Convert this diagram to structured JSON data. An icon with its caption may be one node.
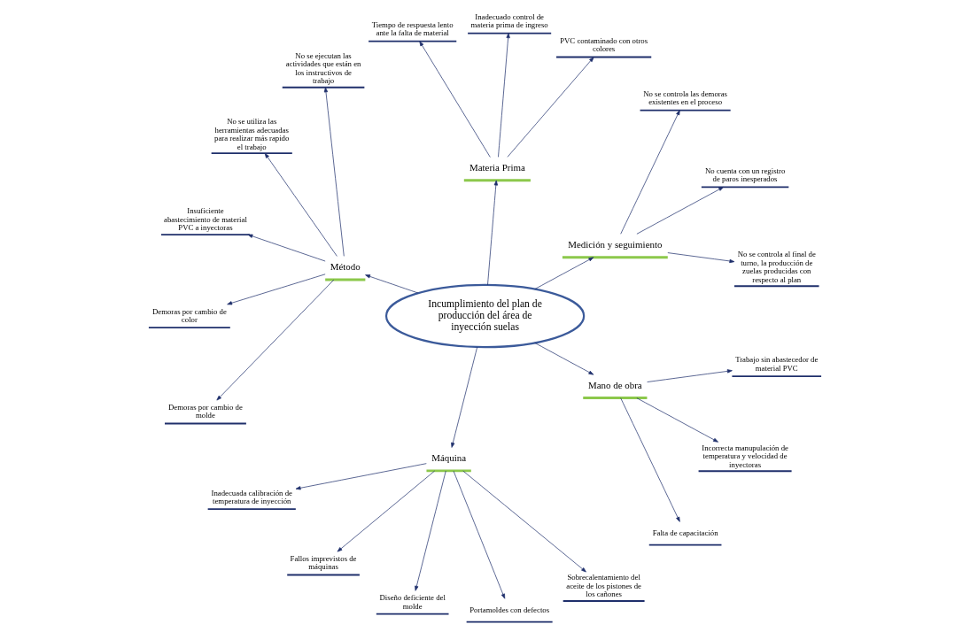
{
  "diagram": {
    "nodes": [
      {
        "text": [
          "Incumplimiento del plan de producción del área de inyección suelas"
        ]
      },
      {
        "text": [
          "Medición y seguimiento"
        ]
      },
      {
        "text": [
          "No se controla al final de turno, la producción de zuelas producidas con respecto al plan"
        ]
      },
      {
        "text": [
          "No cuenta con un registro de paros inesperados"
        ]
      },
      {
        "text": [
          "No se controla las demoras existentes en el proceso"
        ]
      },
      {
        "text": [
          "Materia Prima"
        ]
      },
      {
        "text": [
          "PVC contaminado con otros colores"
        ]
      },
      {
        "text": [
          "Inadecuado control de materia prima de ingreso"
        ]
      },
      {
        "text": [
          "Tiempo de respuesta lento ante la falta de material"
        ]
      },
      {
        "text": [
          "Método"
        ]
      },
      {
        "text": [
          "No se ejecutan las actividades que están en los instructivos de trabajo"
        ]
      },
      {
        "text": [
          "No se utiliza las herramientas adecuadas para realizar más rapido el trabajo"
        ]
      },
      {
        "text": [
          "Insuficiente abastecimiento de material PVC a inyectoras"
        ]
      },
      {
        "text": [
          "Demoras por cambio de color"
        ]
      },
      {
        "text": [
          "Demoras por cambio de molde"
        ]
      },
      {
        "text": [
          "Máquina"
        ]
      },
      {
        "text": [
          "Inadecuada calibración de temperatura de inyección"
        ]
      },
      {
        "text": [
          "Fallos imprevistos de máquinas"
        ]
      },
      {
        "text": [
          "Diseño deficiente del molde"
        ]
      },
      {
        "text": [
          "Portamoldes con defectos"
        ]
      },
      {
        "text": [
          "Sobrecalentamiento del aceite de los pistones de los cañones"
        ]
      },
      {
        "text": [
          "Mano de obra"
        ]
      },
      {
        "text": [
          "Falta de capacitación"
        ]
      },
      {
        "text": [
          "Incorrecta manupulación de temperatura y velocidad de inyectoras"
        ]
      },
      {
        "text": [
          "Trabajo sin abastecedor de material PVC"
        ]
      }
    ],
    "edges": [
      {
        "from": 0,
        "to": 1,
        "arrow": "to"
      },
      {
        "from": 1,
        "to": 2,
        "arrow": "to"
      },
      {
        "from": 1,
        "to": 3,
        "arrow": "to"
      },
      {
        "from": 1,
        "to": 4,
        "arrow": "to"
      },
      {
        "from": 0,
        "to": 5,
        "arrow": "to"
      },
      {
        "from": 5,
        "to": 6,
        "arrow": "to"
      },
      {
        "from": 5,
        "to": 7,
        "arrow": "to"
      },
      {
        "from": 5,
        "to": 8,
        "arrow": "to"
      },
      {
        "from": 0,
        "to": 9,
        "arrow": "to"
      },
      {
        "from": 9,
        "to": 10,
        "arrow": "to"
      },
      {
        "from": 9,
        "to": 11,
        "arrow": "to"
      },
      {
        "from": 9,
        "to": 12,
        "arrow": "to"
      },
      {
        "from": 9,
        "to": 13,
        "arrow": "to"
      },
      {
        "from": 9,
        "to": 14,
        "arrow": "to"
      },
      {
        "from": 0,
        "to": 15,
        "arrow": "to"
      },
      {
        "from": 15,
        "to": 16,
        "arrow": "to"
      },
      {
        "from": 15,
        "to": 17,
        "arrow": "to"
      },
      {
        "from": 15,
        "to": 18,
        "arrow": "to"
      },
      {
        "from": 15,
        "to": 19,
        "arrow": "to"
      },
      {
        "from": 15,
        "to": 20,
        "arrow": "to"
      },
      {
        "from": 0,
        "to": 21,
        "arrow": "to"
      },
      {
        "from": 21,
        "to": 22,
        "arrow": "to"
      },
      {
        "from": 21,
        "to": 23,
        "arrow": "to"
      },
      {
        "from": 21,
        "to": 24,
        "arrow": "to"
      }
    ]
  }
}
